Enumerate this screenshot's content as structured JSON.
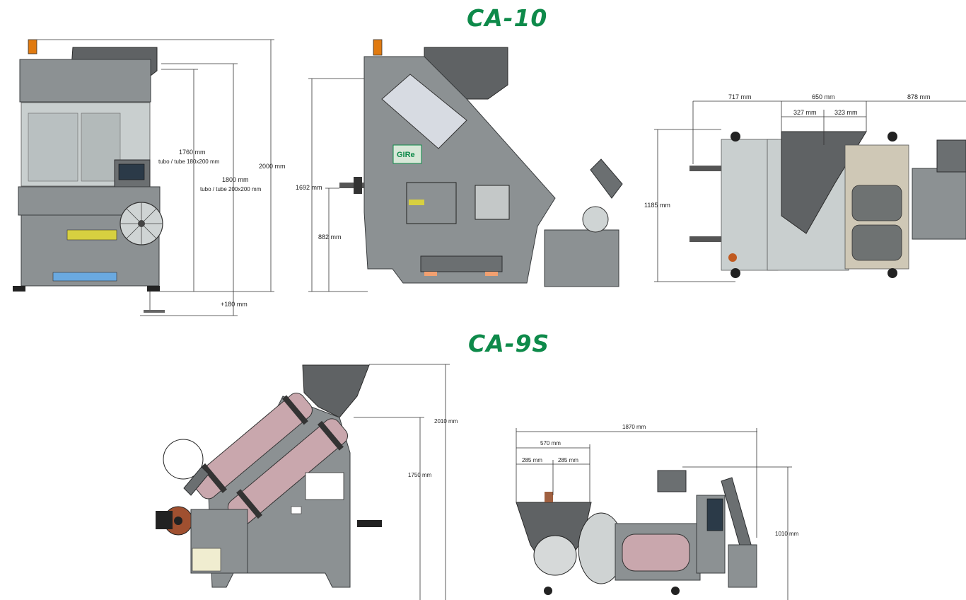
{
  "titles": {
    "ca10": "CA-10",
    "ca9s": "CA-9S"
  },
  "ca10_front": {
    "dim_1760": "1760 mm",
    "dim_1760_sub": "tubo / tube 180x200 mm",
    "dim_1800": "1800 mm",
    "dim_1800_sub": "tubo / tube 200x200 mm",
    "dim_2000": "2000 mm",
    "dim_180": "+180 mm"
  },
  "ca10_side": {
    "dim_1692": "1692 mm",
    "dim_882": "882 mm",
    "logo": "GIRe"
  },
  "ca10_top": {
    "dim_717": "717 mm",
    "dim_650": "650 mm",
    "dim_878": "878 mm",
    "dim_327": "327 mm",
    "dim_323": "323 mm",
    "dim_1185": "1185 mm"
  },
  "ca9s_side": {
    "dim_2010": "2010 mm",
    "dim_1750": "1750 mm"
  },
  "ca9s_top": {
    "dim_1870": "1870 mm",
    "dim_570": "570 mm",
    "dim_285a": "285 mm",
    "dim_285b": "285 mm",
    "dim_1010": "1010 mm"
  },
  "colors": {
    "title_green": "#0e8a4a",
    "machine_grey": "#8c9193",
    "tube_pink": "#c9a7ad"
  }
}
